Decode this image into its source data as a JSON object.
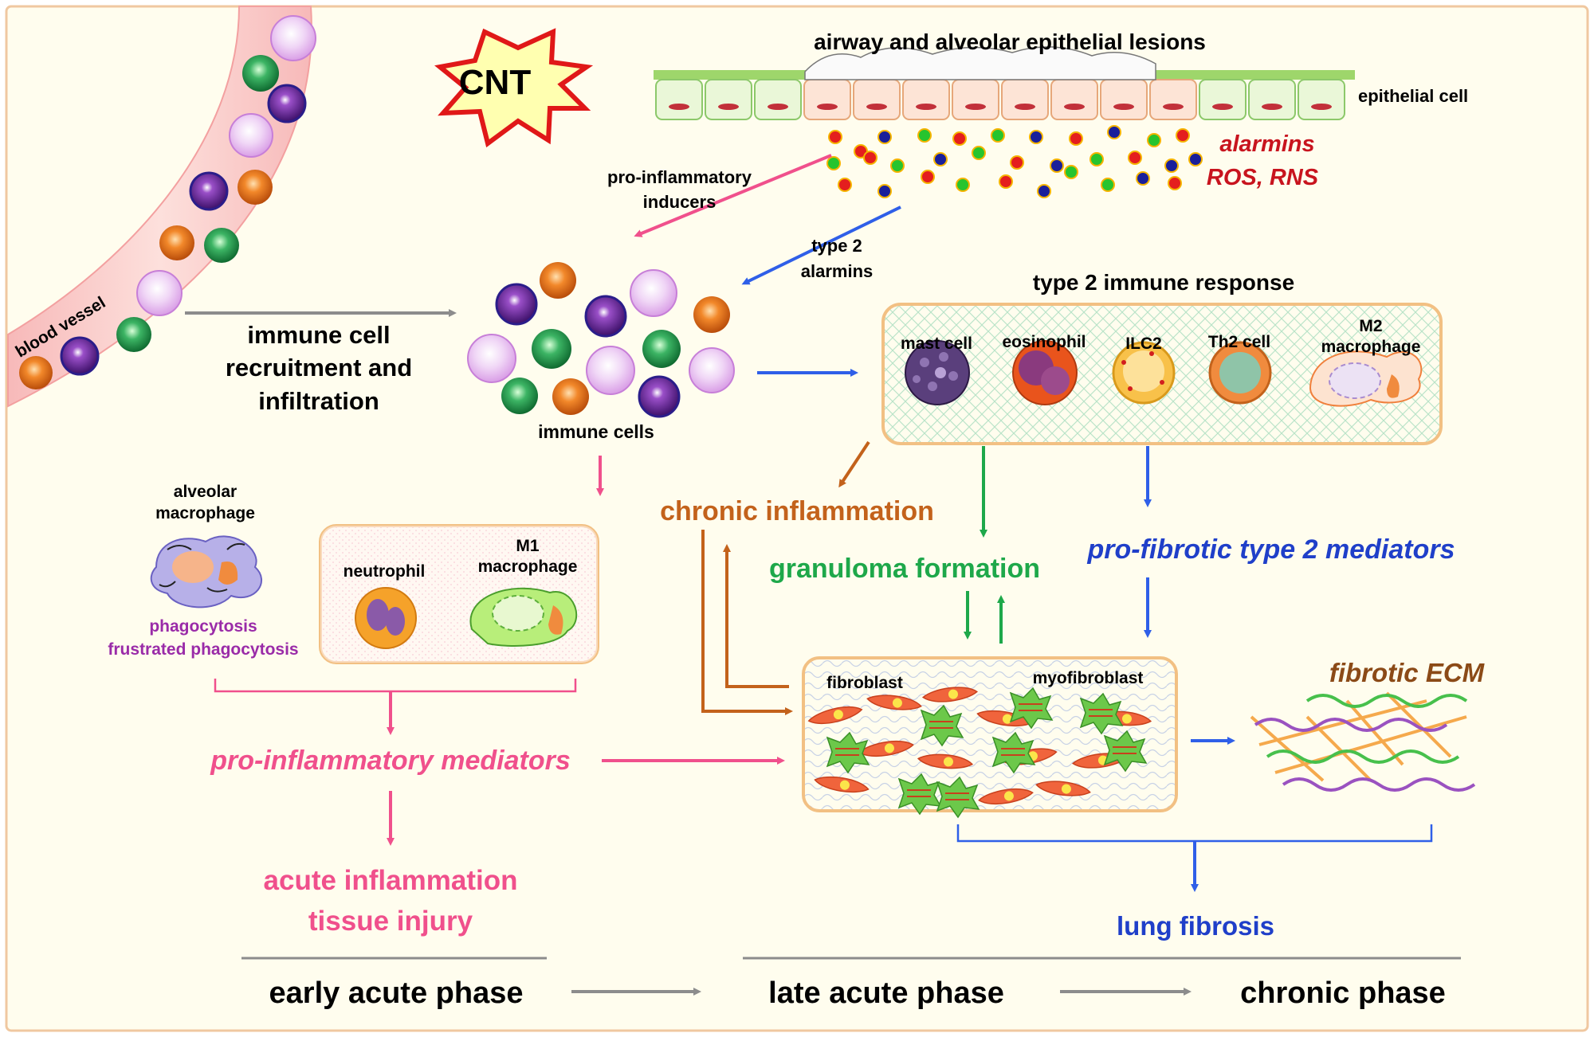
{
  "cnt": "CNT",
  "epithelium": {
    "title": "airway and alveolar epithelial lesions",
    "cell_label": "epithelial cell",
    "alarmins": "alarmins",
    "ros_rns": "ROS, RNS"
  },
  "blood_vessel": "blood vessel",
  "arrows": {
    "pro_inflammatory_inducers": [
      "pro-inflammatory",
      "inducers"
    ],
    "type2_alarmins": [
      "type 2",
      "alarmins"
    ]
  },
  "recruitment": [
    "immune cell",
    "recruitment and",
    "infiltration"
  ],
  "immune_cells": "immune cells",
  "type2": {
    "title": "type 2 immune response",
    "cells": [
      "mast cell",
      "eosinophil",
      "ILC2",
      "Th2 cell"
    ],
    "m2": [
      "M2",
      "macrophage"
    ]
  },
  "alveolar_macrophage": [
    "alveolar",
    "macrophage"
  ],
  "phagocytosis": [
    "phagocytosis",
    "frustrated phagocytosis"
  ],
  "m1_box": {
    "neutrophil": "neutrophil",
    "m1": [
      "M1",
      "macrophage"
    ]
  },
  "chronic_inflammation": "chronic inflammation",
  "granuloma_formation": "granuloma formation",
  "pro_fibrotic_mediators": "pro-fibrotic type 2 mediators",
  "pro_inflammatory_mediators": "pro-inflammatory mediators",
  "fibro_box": {
    "fibroblast": "fibroblast",
    "myofibroblast": "myofibroblast"
  },
  "fibrotic_ecm": "fibrotic ECM",
  "acute_outcome": [
    "acute inflammation",
    "tissue injury"
  ],
  "lung_fibrosis": "lung fibrosis",
  "phases": [
    "early acute phase",
    "late acute phase",
    "chronic phase"
  ],
  "colors": {
    "background": "#fffdee",
    "pink": "#f0508c",
    "blue": "#2f5fe8",
    "green": "#1ea84a",
    "orange": "#c3621b",
    "red": "#c8141e",
    "navy": "#1f3fc9",
    "gray": "#8c8c8c"
  }
}
